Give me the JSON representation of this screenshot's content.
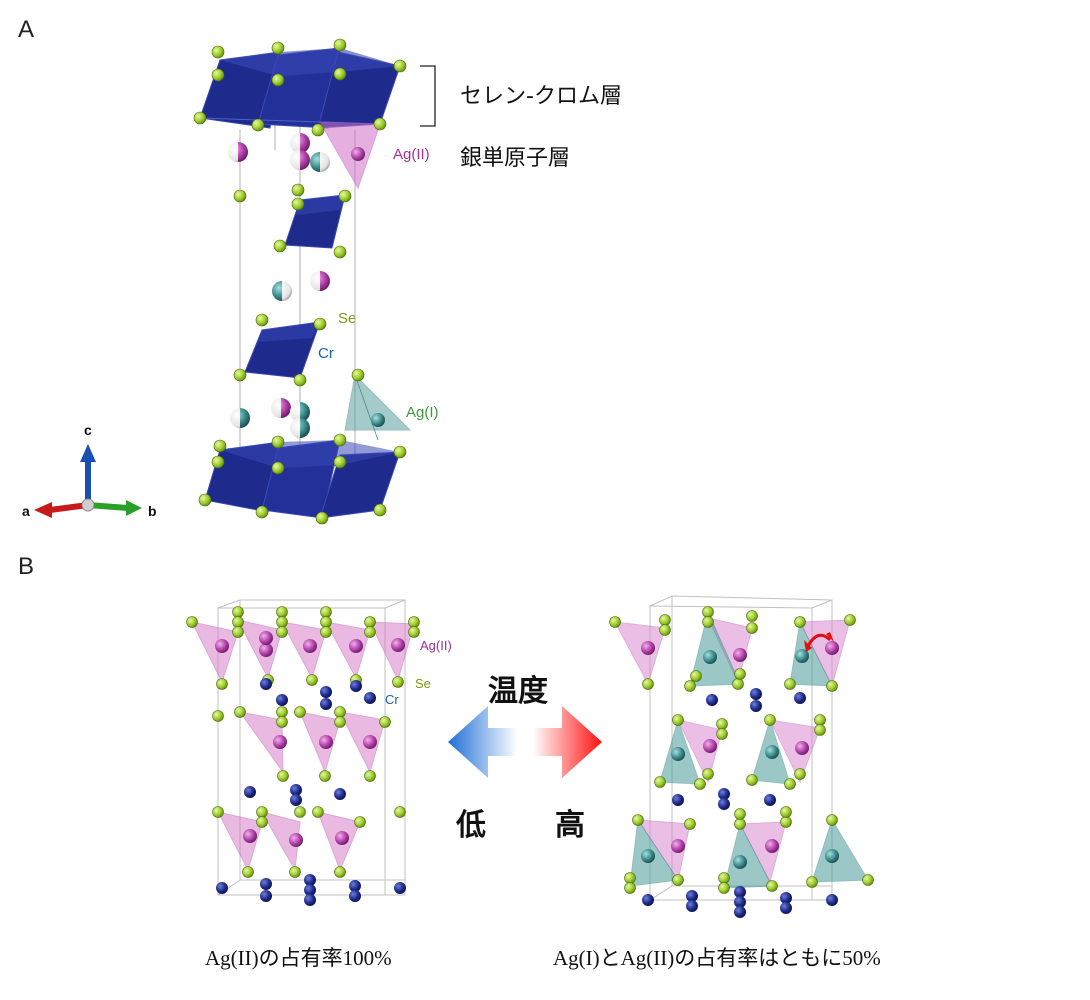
{
  "panel_a": {
    "letter": "A",
    "layer_label_top": "セレン-クロム層",
    "layer_label_ag": "銀単原子層",
    "label_ag2": "Ag(II)",
    "label_se": "Se",
    "label_cr": "Cr",
    "label_ag1": "Ag(I)",
    "axis_c": "c",
    "axis_a": "a",
    "axis_b": "b"
  },
  "panel_b": {
    "letter": "B",
    "label_ag2": "Ag(II)",
    "label_se": "Se",
    "label_cr": "Cr",
    "temperature": "温度",
    "low": "低",
    "high": "高",
    "caption_left": "Ag(II)の占有率100%",
    "caption_right": "Ag(I)とAg(II)の占有率はともに50%"
  },
  "colors": {
    "cr_octahedron": "#1e2b8c",
    "se_atom": "#9ccc2c",
    "ag2_pink": "#b040a8",
    "ag1_teal": "#3a8a8a",
    "cold": "#2a7bd8",
    "hot": "#ff1a1a"
  }
}
